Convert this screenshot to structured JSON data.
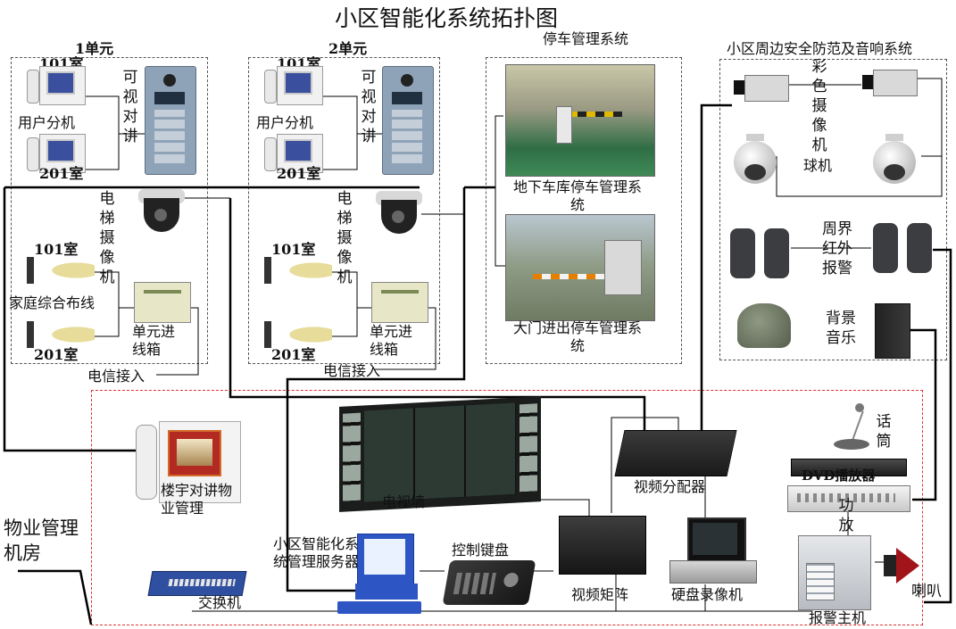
{
  "title": "小区智能化系统拓扑图",
  "unit1": {
    "header": "1单元",
    "room_top": "101室",
    "room_mid": "201室",
    "user_unit": "用户分机",
    "intercom": "可视对讲",
    "elevator_cam": "电梯摄像机",
    "wiring_room_top": "101室",
    "wiring_room_bottom": "201室",
    "home_wiring": "家庭综合布线",
    "unit_box": "单元进线箱",
    "telecom": "电信接入"
  },
  "unit2": {
    "header": "2单元",
    "room_top": "101室",
    "room_mid": "201室",
    "user_unit": "用户分机",
    "intercom": "可视对讲",
    "elevator_cam": "电梯摄像机",
    "wiring_room_top": "101室",
    "wiring_room_bottom": "201室",
    "unit_box": "单元进线箱",
    "telecom": "电信接入"
  },
  "parking": {
    "header": "停车管理系统",
    "underground": "地下车库停车管理系统",
    "gate": "大门进出停车管理系统"
  },
  "perimeter": {
    "header": "小区周边安全防范及音响系统",
    "color_cam": "彩色摄像机",
    "dome": "球机",
    "infrared": "周界红外报警",
    "music": "背景音乐"
  },
  "control_room": {
    "label": "物业管理机房",
    "intercom_mgmt": "楼宇对讲物业管理",
    "tv_wall": "电视墙",
    "video_splitter": "视频分配器",
    "microphone": "话筒",
    "dvd": "DVD播放器",
    "amplifier": "功放",
    "server": "小区智能化系统管理服务器",
    "keyboard": "控制键盘",
    "matrix": "视频矩阵",
    "dvr": "硬盘录像机",
    "switch": "交换机",
    "alarm_host": "报警主机",
    "speaker": "喇叭"
  },
  "colors": {
    "dashed_border": "#555555",
    "control_room_border": "#e03030",
    "line": "#000000",
    "intercom_panel": "#8fa3b8",
    "screen": "#3a4f9e",
    "tv_screen": "#2c3a33",
    "parking_photo": "#6f7b63"
  }
}
